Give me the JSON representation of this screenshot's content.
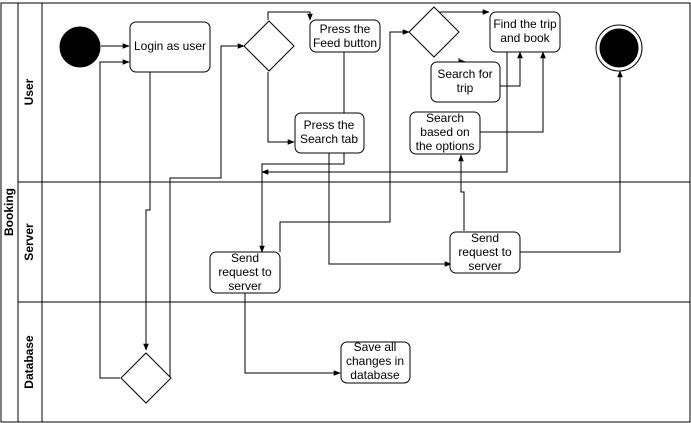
{
  "pool": {
    "title": "Booking"
  },
  "lanes": [
    {
      "id": "user",
      "label": "User"
    },
    {
      "id": "server",
      "label": "Server"
    },
    {
      "id": "database",
      "label": "Database"
    }
  ],
  "nodes": {
    "login": "Login as user",
    "press_feed": "Press the Feed button",
    "press_search": "Press the Search tab",
    "search_trip": "Search for trip",
    "find_trip": "Find the trip and book",
    "search_options": "Search based on the options",
    "send_request_1": "Send request to server",
    "send_request_2": "Send request to server",
    "save_db": "Save all changes in database"
  },
  "node_lines": {
    "login": [
      "Login as user"
    ],
    "press_feed": [
      "Press the",
      "Feed button"
    ],
    "press_search": [
      "Press the",
      "Search tab"
    ],
    "search_trip": [
      "Search for",
      "trip"
    ],
    "find_trip": [
      "Find the trip",
      "and book"
    ],
    "search_options": [
      "Search",
      "based on",
      "the options"
    ],
    "send_request_1": [
      "Send",
      "request to",
      "server"
    ],
    "send_request_2": [
      "Send",
      "request to",
      "server"
    ],
    "save_db": [
      "Save all",
      "changes in",
      "database"
    ]
  },
  "colors": {
    "stroke": "#000000",
    "fill": "#ffffff",
    "start": "#000000"
  }
}
